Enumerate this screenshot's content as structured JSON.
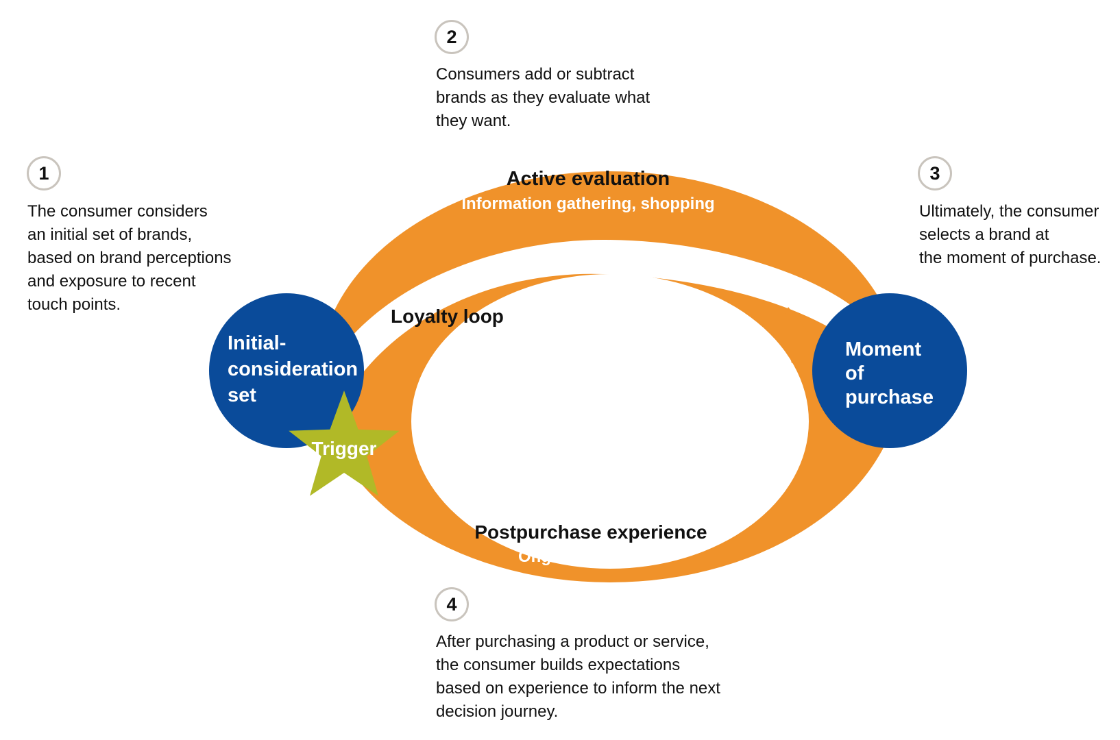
{
  "steps": [
    {
      "number": "1",
      "text": "The consumer considers\nan initial set of brands,\nbased on brand perceptions\nand exposure to recent\ntouch points."
    },
    {
      "number": "2",
      "text": "Consumers add or subtract\nbrands as they evaluate what\nthey want."
    },
    {
      "number": "3",
      "text": "Ultimately, the consumer\nselects a brand at\nthe moment of purchase."
    },
    {
      "number": "4",
      "text": "After purchasing a product or service,\nthe consumer builds expectations\nbased on experience to inform the next\ndecision journey."
    }
  ],
  "diagram": {
    "active_evaluation": {
      "title": "Active evaluation",
      "subtitle": "Information gathering, shopping"
    },
    "loyalty_loop": {
      "title": "Loyalty loop"
    },
    "postpurchase": {
      "title": "Postpurchase experience",
      "subtitle": "Ongoing exposure"
    },
    "initial_consideration": {
      "line1": "Initial-",
      "line2": "consideration",
      "line3": "set"
    },
    "moment_of_purchase": {
      "line1": "Moment",
      "line2": "of",
      "line3": "purchase"
    },
    "trigger": {
      "label": "Trigger"
    }
  },
  "colors": {
    "orange": "#F0922A",
    "blue": "#0A4B9A",
    "green": "#B1B927",
    "text_dark": "#111111",
    "text_white": "#FFFFFF",
    "badge_border": "#C9C4BD"
  }
}
